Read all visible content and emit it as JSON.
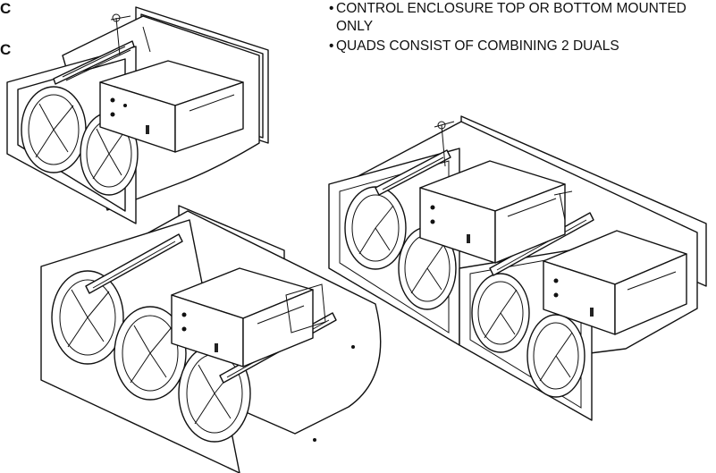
{
  "edge_labels": [
    "C",
    "C"
  ],
  "notes": [
    "CONTROL ENCLOSURE TOP OR BOTTOM MOUNTED ONLY",
    "QUADS CONSIST OF COMBINING 2 DUALS"
  ],
  "bullet_glyph": "•"
}
